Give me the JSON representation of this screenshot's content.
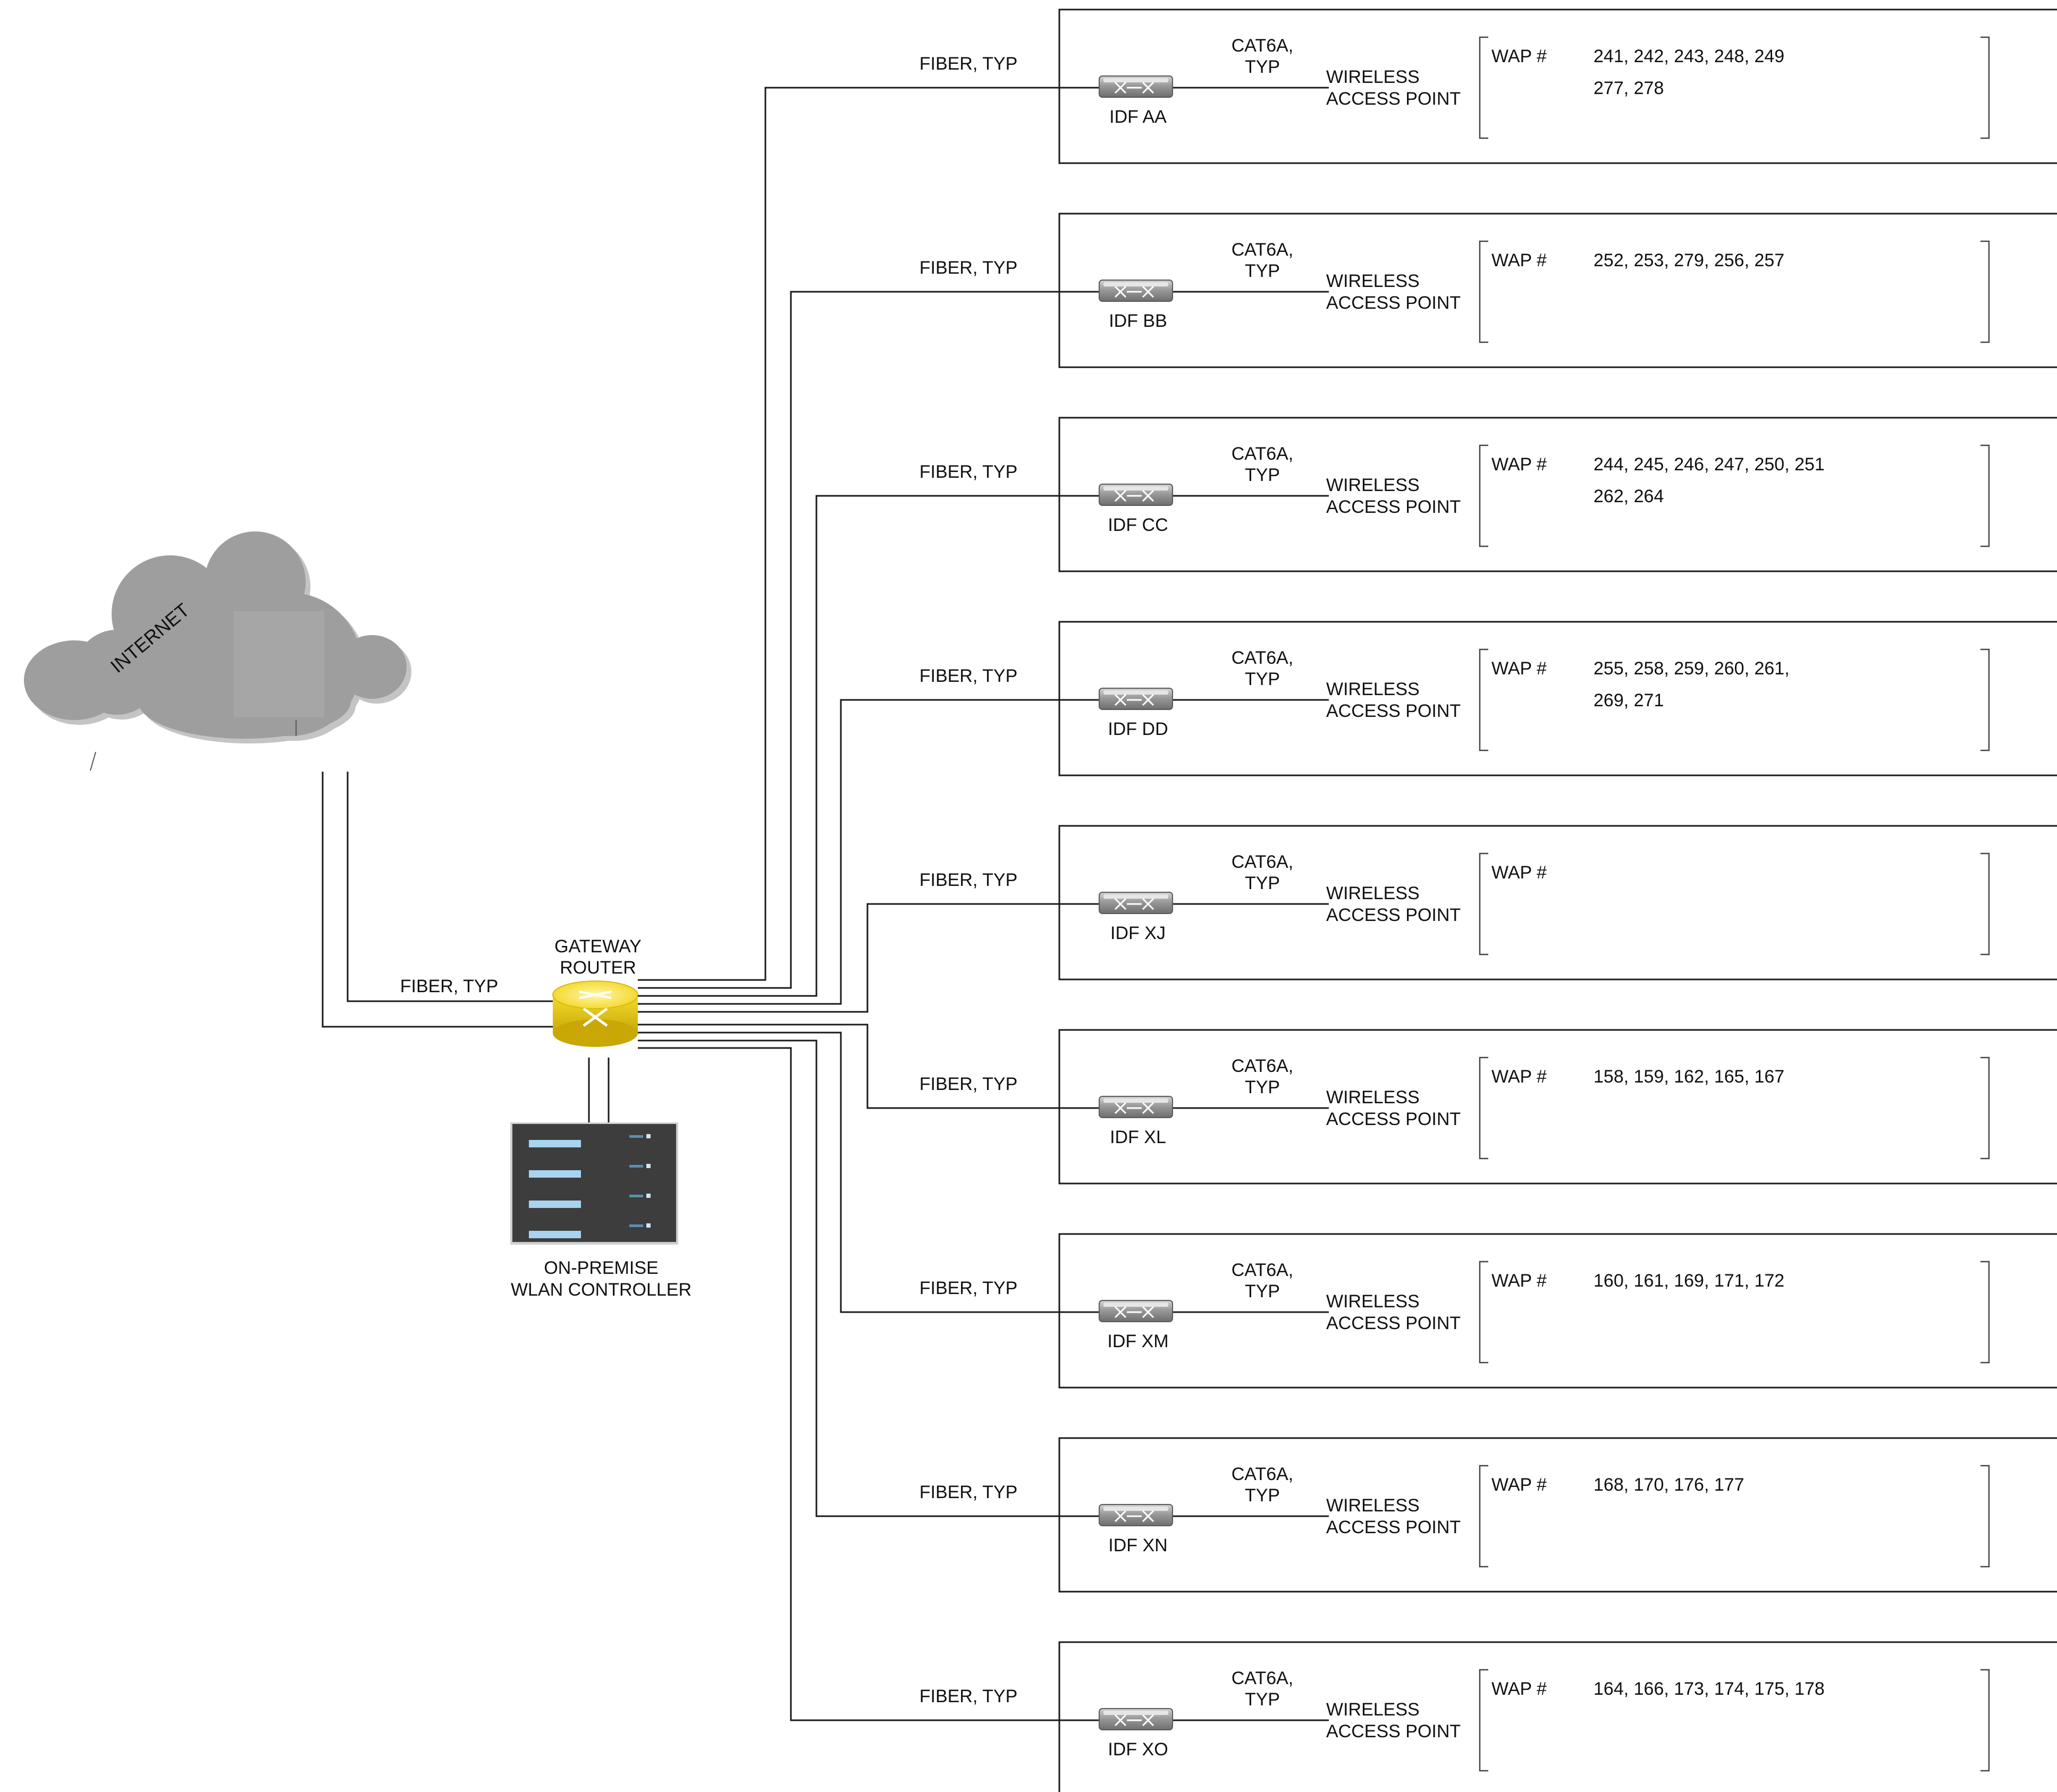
{
  "internet": {
    "label": "INTERNET"
  },
  "gateway": {
    "line1": "GATEWAY",
    "line2": "ROUTER",
    "uplink_label": "FIBER, TYP"
  },
  "controller": {
    "line1": "ON-PREMISE",
    "line2": "WLAN CONTROLLER"
  },
  "idfs": [
    {
      "name": "IDF AA",
      "fiber": "FIBER, TYP",
      "cat_line1": "CAT6A,",
      "cat_line2": "TYP",
      "wap_line1": "WIRELESS",
      "wap_line2": "ACCESS POINT",
      "wap_header": "WAP #",
      "waps_line1": "241, 242, 243, 248, 249",
      "waps_line2": "277, 278"
    },
    {
      "name": "IDF BB",
      "fiber": "FIBER, TYP",
      "cat_line1": "CAT6A,",
      "cat_line2": "TYP",
      "wap_line1": "WIRELESS",
      "wap_line2": "ACCESS POINT",
      "wap_header": "WAP #",
      "waps_line1": "252, 253, 279, 256, 257",
      "waps_line2": ""
    },
    {
      "name": "IDF CC",
      "fiber": "FIBER, TYP",
      "cat_line1": "CAT6A,",
      "cat_line2": "TYP",
      "wap_line1": "WIRELESS",
      "wap_line2": "ACCESS POINT",
      "wap_header": "WAP #",
      "waps_line1": "244, 245, 246, 247, 250, 251",
      "waps_line2": "262, 264"
    },
    {
      "name": "IDF DD",
      "fiber": "FIBER, TYP",
      "cat_line1": "CAT6A,",
      "cat_line2": "TYP",
      "wap_line1": "WIRELESS",
      "wap_line2": "ACCESS POINT",
      "wap_header": "WAP #",
      "waps_line1": "255, 258, 259, 260, 261,",
      "waps_line2": "269, 271"
    },
    {
      "name": "IDF XJ",
      "fiber": "FIBER, TYP",
      "cat_line1": "CAT6A,",
      "cat_line2": "TYP",
      "wap_line1": "WIRELESS",
      "wap_line2": "ACCESS POINT",
      "wap_header": "WAP #",
      "waps_line1": "",
      "waps_line2": ""
    },
    {
      "name": "IDF XL",
      "fiber": "FIBER, TYP",
      "cat_line1": "CAT6A,",
      "cat_line2": "TYP",
      "wap_line1": "WIRELESS",
      "wap_line2": "ACCESS POINT",
      "wap_header": "WAP #",
      "waps_line1": "158, 159, 162, 165, 167",
      "waps_line2": ""
    },
    {
      "name": "IDF XM",
      "fiber": "FIBER, TYP",
      "cat_line1": "CAT6A,",
      "cat_line2": "TYP",
      "wap_line1": "WIRELESS",
      "wap_line2": "ACCESS POINT",
      "wap_header": "WAP #",
      "waps_line1": "160, 161, 169, 171, 172",
      "waps_line2": ""
    },
    {
      "name": "IDF XN",
      "fiber": "FIBER, TYP",
      "cat_line1": "CAT6A,",
      "cat_line2": "TYP",
      "wap_line1": "WIRELESS",
      "wap_line2": "ACCESS POINT",
      "wap_header": "WAP #",
      "waps_line1": "168, 170, 176, 177",
      "waps_line2": ""
    },
    {
      "name": "IDF XO",
      "fiber": "FIBER, TYP",
      "cat_line1": "CAT6A,",
      "cat_line2": "TYP",
      "wap_line1": "WIRELESS",
      "wap_line2": "ACCESS POINT",
      "wap_header": "WAP #",
      "waps_line1": "164, 166, 173, 174, 175, 178",
      "waps_line2": ""
    }
  ]
}
